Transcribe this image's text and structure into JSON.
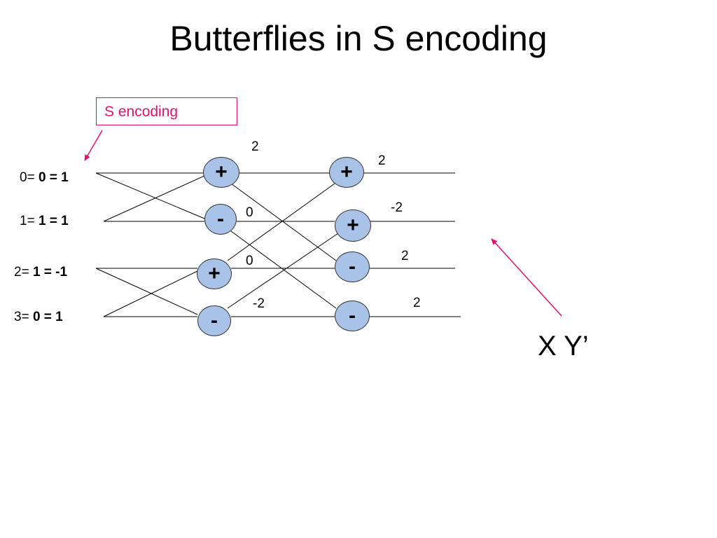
{
  "title": "Butterflies in S encoding",
  "callout": {
    "label": "S encoding"
  },
  "inputs": [
    {
      "prefix": "0=",
      "value": "0 = 1"
    },
    {
      "prefix": "1=",
      "value": "1 = 1"
    },
    {
      "prefix": "2=",
      "value": "1 = -1"
    },
    {
      "prefix": "3=",
      "value": "0 = 1"
    }
  ],
  "stage1": {
    "ops": [
      "+",
      "-",
      "+",
      "-"
    ],
    "outputs": [
      "2",
      "0",
      "0",
      "-2"
    ]
  },
  "stage2": {
    "ops": [
      "+",
      "+",
      "-",
      "-"
    ],
    "outputs": [
      "2",
      "-2",
      "2",
      "2"
    ]
  },
  "result_label": "X Y’",
  "colors": {
    "accent": "#e0106f",
    "node_fill": "#a9c2e8"
  }
}
